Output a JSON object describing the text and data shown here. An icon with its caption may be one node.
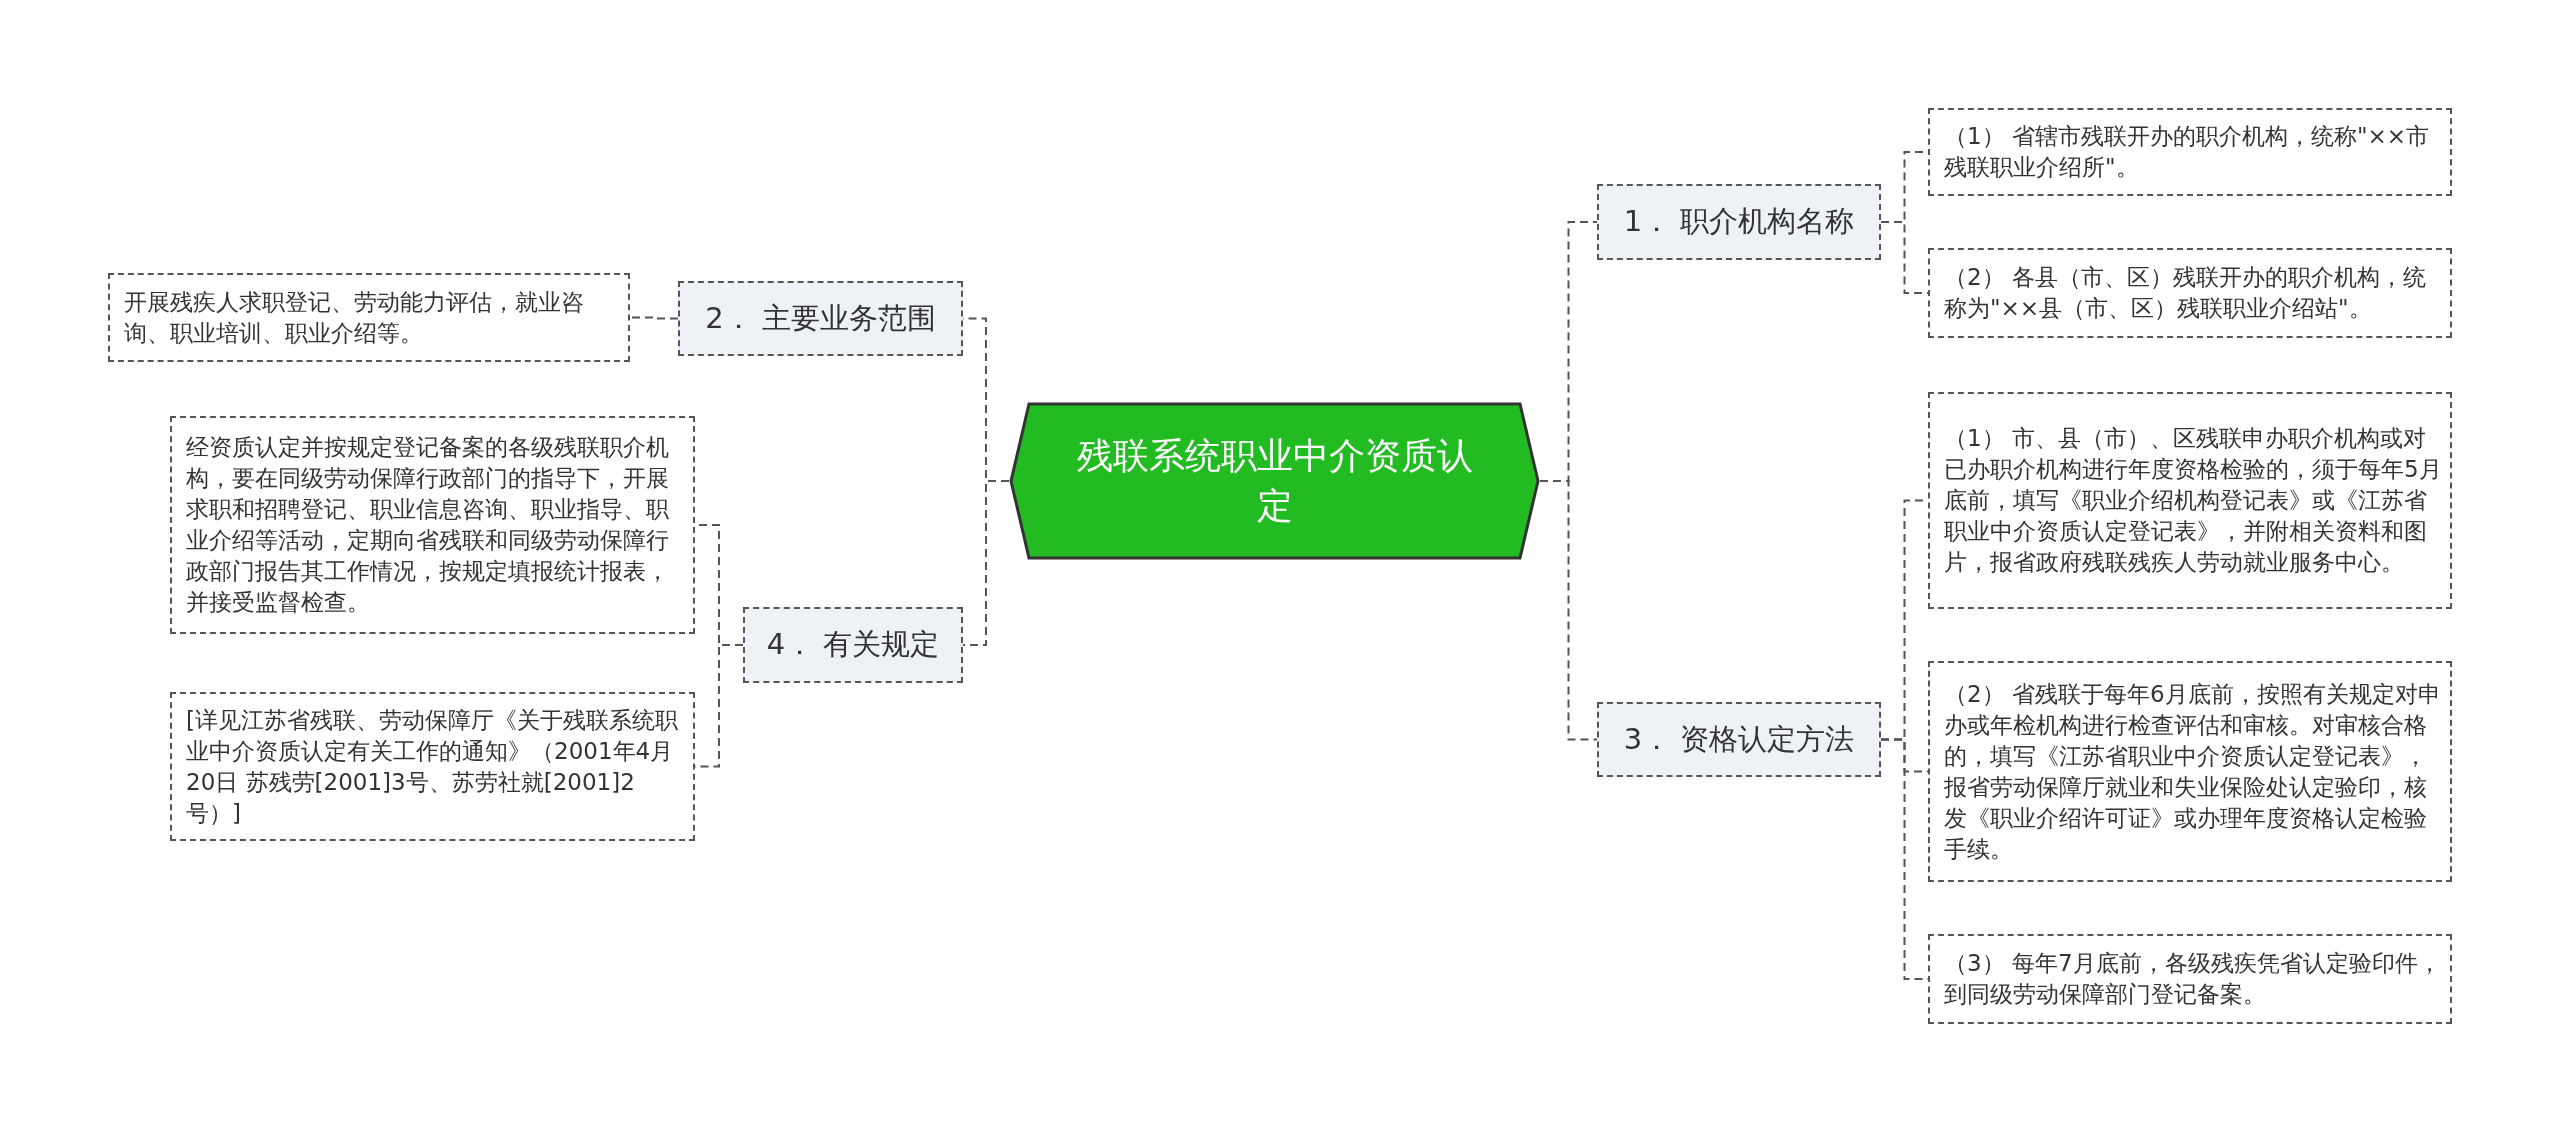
{
  "diagram": {
    "nodes": [
      {
        "text": [
          "残联系统职业中介资质认定"
        ]
      },
      {
        "text": [
          "1． 职介机构名称"
        ]
      },
      {
        "text": [
          "（1） 省辖市残联开办的职介机构，统称\"××市残联职业介绍所\"。"
        ]
      },
      {
        "text": [
          "（2） 各县（市、区）残联开办的职介机构，统称为\"××县（市、区）残联职业介绍站\"。"
        ]
      },
      {
        "text": [
          "2． 主要业务范围"
        ]
      },
      {
        "text": [
          "开展残疾人求职登记、劳动能力评估，就业咨询、职业培训、职业介绍等。"
        ]
      },
      {
        "text": [
          "3． 资格认定方法"
        ]
      },
      {
        "text": [
          "（1） 市、县（市）、区残联申办职介机构或对已办职介机构进行年度资格检验的，须于每年5月底前，填写《职业介绍机构登记表》或《江苏省职业中介资质认定登记表》，并附相关资料和图片，报省政府残联残疾人劳动就业服务中心。"
        ]
      },
      {
        "text": [
          "（2） 省残联于每年6月底前，按照有关规定对申办或年检机构进行检查评估和审核。对审核合格的，填写《江苏省职业中介资质认定登记表》，报省劳动保障厅就业和失业保险处认定验印，核发《职业介绍许可证》或办理年度资格认定检验手续。"
        ]
      },
      {
        "text": [
          "（3） 每年7月底前，各级残疾凭省认定验印件，到同级劳动保障部门登记备案。"
        ]
      },
      {
        "text": [
          "4． 有关规定"
        ]
      },
      {
        "text": [
          "经资质认定并按规定登记备案的各级残联职介机构，要在同级劳动保障行政部门的指导下，开展求职和招聘登记、职业信息咨询、职业指导、职业介绍等活动，定期向省残联和同级劳动保障行政部门报告其工作情况，按规定填报统计报表，并接受监督检查。"
        ]
      },
      {
        "text": [
          "[详见江苏省残联、劳动保障厅《关于残联系统职业中介资质认定有关工作的通知》（2001年4月20日 苏残劳[2001]3号、苏劳社就[2001]2号）]"
        ]
      }
    ],
    "edges": [
      {
        "from": 0,
        "to": 1,
        "arrow": "none",
        "style": "dashed"
      },
      {
        "from": 1,
        "to": 2,
        "arrow": "none",
        "style": "dashed"
      },
      {
        "from": 1,
        "to": 3,
        "arrow": "none",
        "style": "dashed"
      },
      {
        "from": 0,
        "to": 4,
        "arrow": "none",
        "style": "dashed"
      },
      {
        "from": 4,
        "to": 5,
        "arrow": "none",
        "style": "dashed"
      },
      {
        "from": 0,
        "to": 6,
        "arrow": "none",
        "style": "dashed"
      },
      {
        "from": 6,
        "to": 7,
        "arrow": "none",
        "style": "dashed"
      },
      {
        "from": 6,
        "to": 8,
        "arrow": "none",
        "style": "dashed"
      },
      {
        "from": 6,
        "to": 9,
        "arrow": "none",
        "style": "dashed"
      },
      {
        "from": 0,
        "to": 10,
        "arrow": "none",
        "style": "dashed"
      },
      {
        "from": 10,
        "to": 11,
        "arrow": "none",
        "style": "dashed"
      },
      {
        "from": 10,
        "to": 12,
        "arrow": "none",
        "style": "dashed"
      }
    ]
  }
}
